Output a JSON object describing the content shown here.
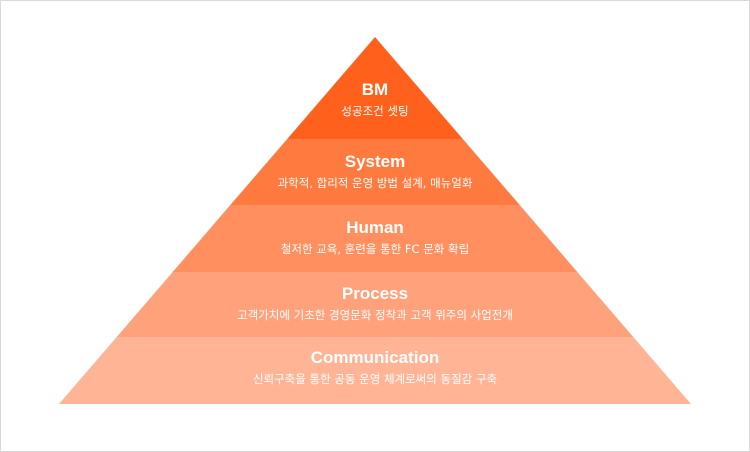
{
  "pyramid": {
    "levels": [
      {
        "title": "BM",
        "description": "성공조건 셋팅",
        "color": "#ff611c"
      },
      {
        "title": "System",
        "description": "과학적, 합리적 운영 방법 설계, 매뉴얼화",
        "color": "#ff7a3f"
      },
      {
        "title": "Human",
        "description": "철저한 교육, 훈련을 통한 FC 문화 확립",
        "color": "#ff8f5e"
      },
      {
        "title": "Process",
        "description": "고객가치에 기초한 경영문화 정착과 고객 위주의 사업전개",
        "color": "#ffa27c"
      },
      {
        "title": "Communication",
        "description": "신뢰구축을 통한 공동 운영 체계로써의 동질감 구축",
        "color": "#ffb495"
      }
    ]
  }
}
